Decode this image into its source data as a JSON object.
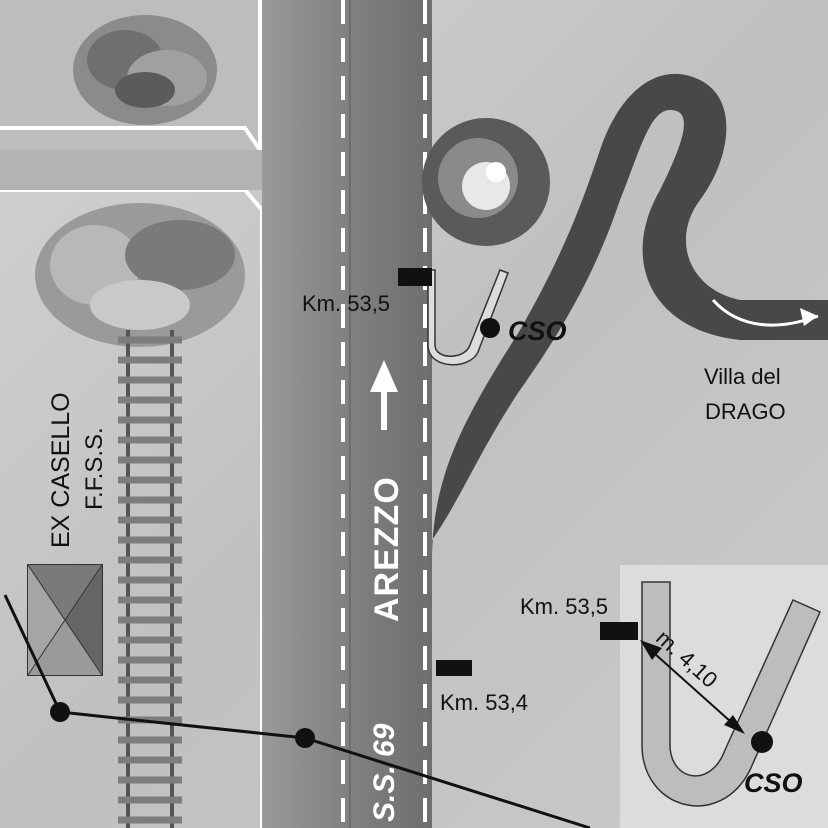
{
  "labels": {
    "km_535_main": "Km. 53,5",
    "km_534": "Km. 53,4",
    "km_535_inset": "Km. 53,5",
    "cso_main": "CSO",
    "cso_inset": "CSO",
    "villa_line1": "Villa del",
    "villa_line2": "DRAGO",
    "ex_casello_line1": "EX CASELLO",
    "ex_casello_line2": "F.F.S.S.",
    "arezzo": "AREZZO",
    "road_name": "S.S. 69",
    "distance": "m. 4,10"
  },
  "colors": {
    "ground": "#c3c3c3",
    "block": "#b9b9b9",
    "road_light": "#8f8f8f",
    "road_dark": "#6a6a6a",
    "branch_road": "#454545",
    "inset_bg": "#dcdcdc",
    "marker": "#111111",
    "text": "#111111"
  },
  "icons": {
    "tree": "tree-icon",
    "railway": "railway-track-icon",
    "building": "building-icon",
    "arrow": "arrow-up-icon",
    "km_marker": "km-marker-icon",
    "cso_point": "cso-point-icon"
  }
}
